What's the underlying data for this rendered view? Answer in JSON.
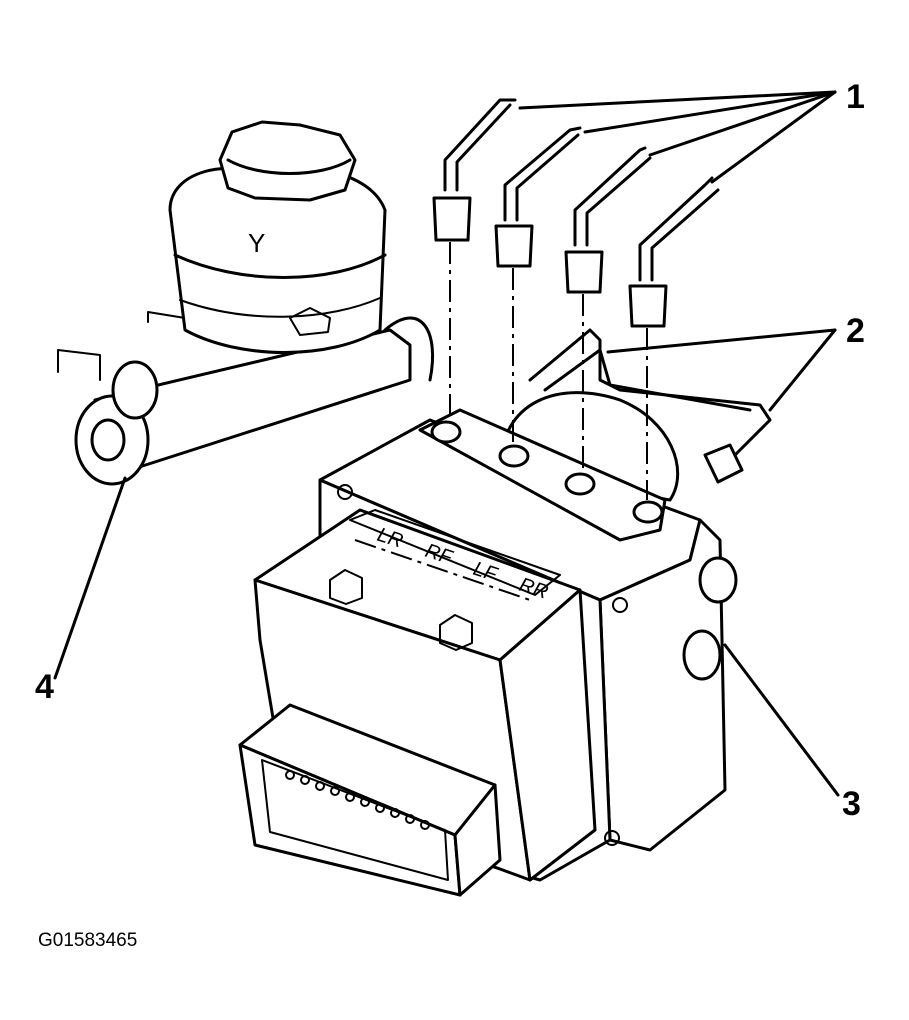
{
  "figure_id": "G01583465",
  "callouts": {
    "c1": "1",
    "c2": "2",
    "c3": "3",
    "c4": "4"
  },
  "port_labels": [
    "LR",
    "RF",
    "LF",
    "RR"
  ],
  "reservoir_mark": "Y"
}
